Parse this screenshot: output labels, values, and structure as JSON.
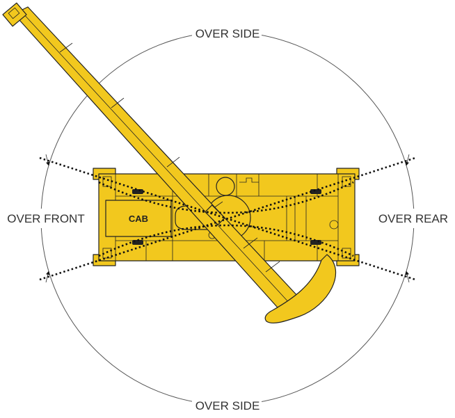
{
  "diagram": {
    "labels": {
      "over_side_top": "OVER SIDE",
      "over_side_bottom": "OVER SIDE",
      "over_front": "OVER FRONT",
      "over_rear": "OVER REAR",
      "cab": "CAB"
    },
    "colors": {
      "crane_fill": "#f2c81e",
      "outline": "#222222",
      "circle": "#555555",
      "text": "#333333"
    }
  }
}
